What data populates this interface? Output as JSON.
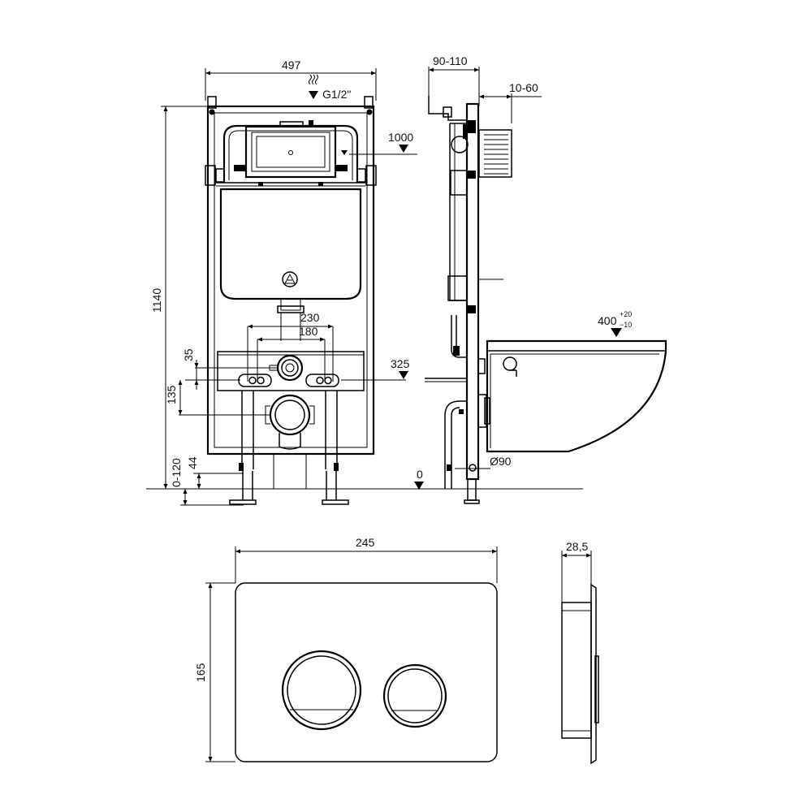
{
  "dimensions": {
    "frame_width": "497",
    "water_inlet": "G1/2\"",
    "height_1000": "1000",
    "frame_height": "1140",
    "pipe_230": "230",
    "pipe_180": "180",
    "offset_35": "35",
    "height_325": "325",
    "offset_135": "135",
    "leg_range": "0-120",
    "offset_44": "44",
    "depth_range": "90-110",
    "wall_range": "10-60",
    "bowl_height": "400",
    "bowl_tol_plus": "+20",
    "bowl_tol_minus": "−10",
    "floor_zero": "0",
    "drain_dia": "Ø90",
    "plate_width": "245",
    "plate_height": "165",
    "plate_depth": "28,5"
  }
}
